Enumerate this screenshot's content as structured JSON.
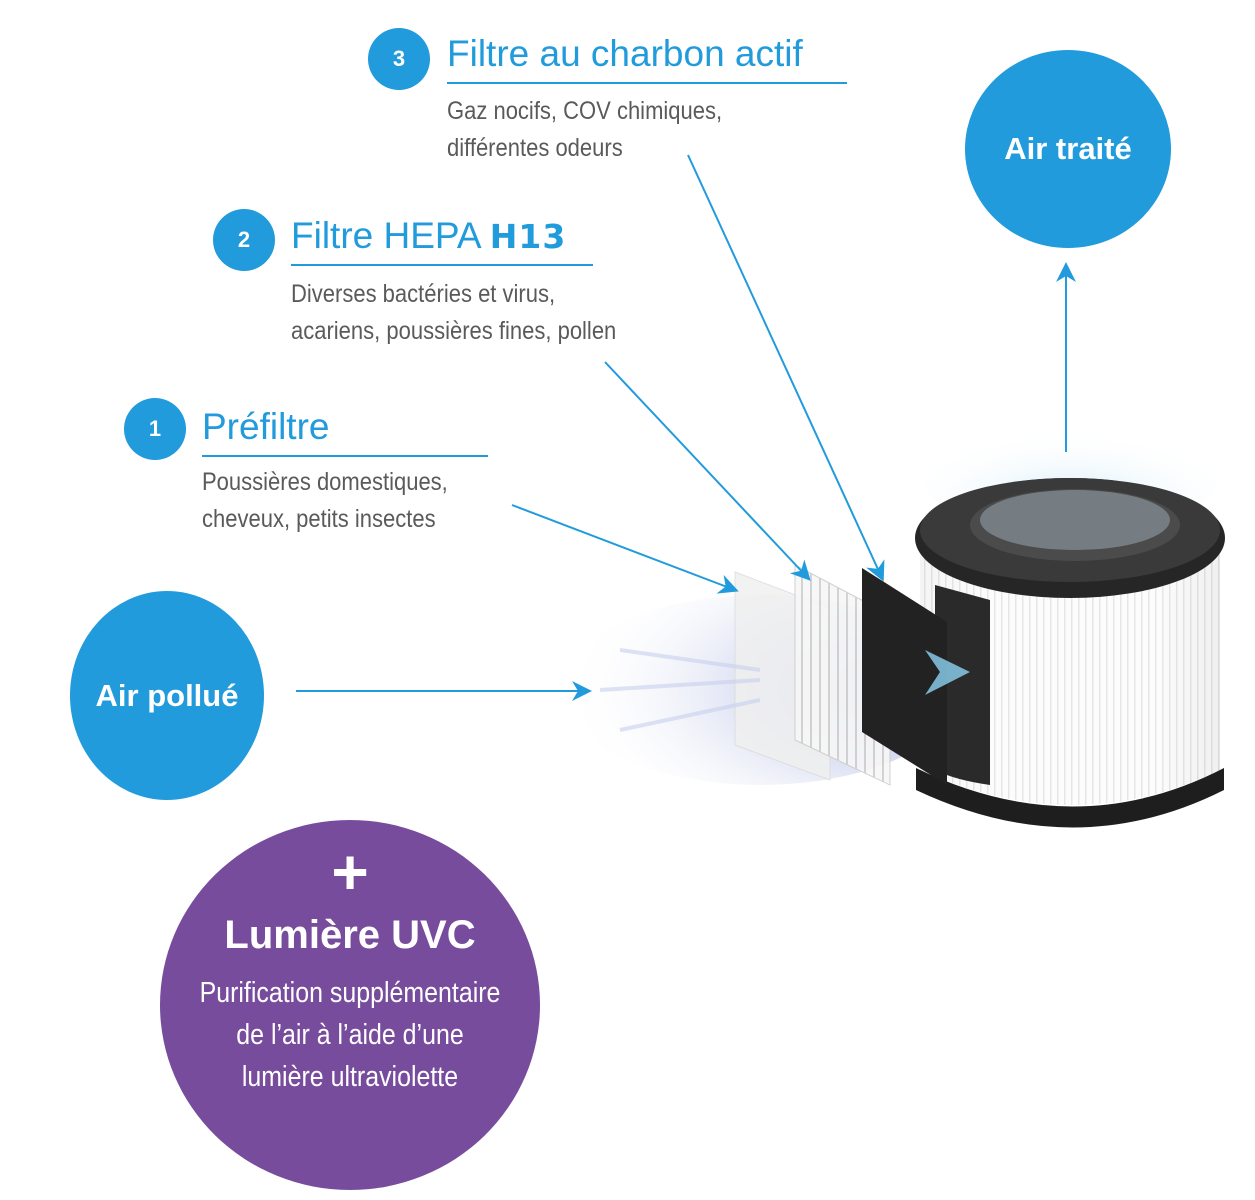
{
  "colors": {
    "accent_blue": "#219bdc",
    "uvc_purple": "#774c9d",
    "desc_gray": "#5a5a5a"
  },
  "stages": [
    {
      "number": "1",
      "title": "Préfiltre",
      "title_bold": "",
      "desc_lines": [
        "Poussières domestiques,",
        "cheveux, petits insectes"
      ]
    },
    {
      "number": "2",
      "title": "Filtre HEPA ",
      "title_bold": "H13",
      "desc_lines": [
        "Diverses bactéries et virus,",
        "acariens, poussières fines, pollen"
      ]
    },
    {
      "number": "3",
      "title": "Filtre au charbon actif",
      "title_bold": "",
      "desc_lines": [
        "Gaz nocifs, COV chimiques,",
        "différentes odeurs"
      ]
    }
  ],
  "input_air": {
    "label": "Air pollué"
  },
  "output_air": {
    "label": "Air traité"
  },
  "uvc": {
    "plus": "+",
    "title": "Lumière UVC",
    "desc_lines": [
      "Purification supplémentaire",
      "de l’air à l’aide d’une",
      "lumière ultraviolette"
    ]
  },
  "icons": {
    "flow_arrow": "arrow-right-icon",
    "up_arrow": "arrow-up-icon",
    "plus": "plus-icon"
  }
}
